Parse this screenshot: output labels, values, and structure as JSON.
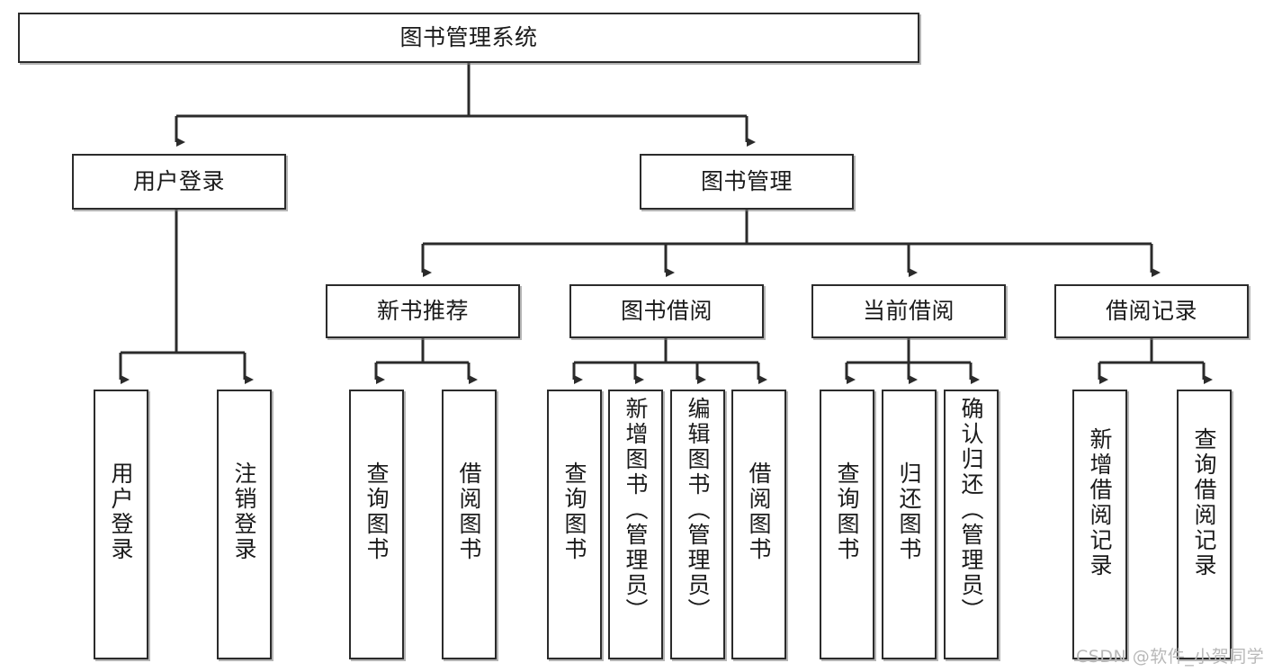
{
  "diagram": {
    "title": "图书管理系统",
    "type": "tree-hierarchy-diagram",
    "watermark": "CSDN @软件_小贺同学",
    "colors": {
      "node_border": "#2b2b2b",
      "node_fill": "#ffffff",
      "edge": "#2b2b2b",
      "text": "#1a1a1a",
      "watermark": "#b8b8b8",
      "canvas": "#ffffff"
    },
    "nodes": {
      "root": {
        "label": "图书管理系统"
      },
      "level2": [
        {
          "label": "用户登录"
        },
        {
          "label": "图书管理"
        }
      ],
      "level3": [
        {
          "label": "新书推荐"
        },
        {
          "label": "图书借阅"
        },
        {
          "label": "当前借阅"
        },
        {
          "label": "借阅记录"
        }
      ],
      "leaves": {
        "user_login": [
          {
            "label": "用户登录"
          },
          {
            "label": "注销登录"
          }
        ],
        "new_book_recommend": [
          {
            "label": "查询图书"
          },
          {
            "label": "借阅图书"
          }
        ],
        "book_borrow": [
          {
            "label": "查询图书"
          },
          {
            "label": "新增图书（管理员）"
          },
          {
            "label": "编辑图书（管理员）"
          },
          {
            "label": "借阅图书"
          }
        ],
        "current_borrow": [
          {
            "label": "查询图书"
          },
          {
            "label": "归还图书"
          },
          {
            "label": "确认归还（管理员）"
          }
        ],
        "borrow_record": [
          {
            "label": "新增借阅记录"
          },
          {
            "label": "查询借阅记录"
          }
        ]
      }
    }
  }
}
